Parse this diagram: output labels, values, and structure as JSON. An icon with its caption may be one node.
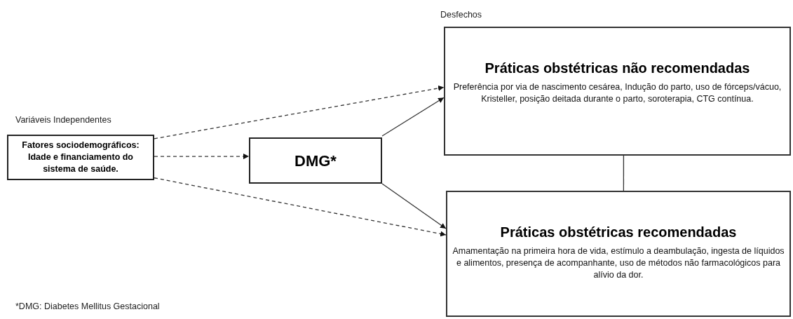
{
  "diagram": {
    "nodes": [
      {
        "text": [
          "Fatores sociodemográficos: Idade e financiamento do sistema de saúde."
        ]
      },
      {
        "text": [
          "DMG*"
        ]
      },
      {
        "text": [
          "Práticas obstétricas não recomendadas",
          "Preferência por via de nascimento cesárea, Indução do parto, uso de fórceps/vácuo, Kristeller, posição deitada durante o parto, soroterapia, CTG contínua."
        ]
      },
      {
        "text": [
          "Práticas obstétricas recomendadas",
          "Amamentação na primeira hora de vida, estímulo a deambulação, ingesta de líquidos e alimentos, presença de acompanhante, uso de métodos não farmacológicos para alívio da dor."
        ]
      }
    ],
    "edges": [
      {
        "from": 0,
        "to": 2,
        "arrow": "to",
        "style": "dashed"
      },
      {
        "from": 0,
        "to": 1,
        "arrow": "to",
        "style": "dashed"
      },
      {
        "from": 0,
        "to": 3,
        "arrow": "to",
        "style": "dashed"
      },
      {
        "from": 1,
        "to": 2,
        "arrow": "to"
      },
      {
        "from": 1,
        "to": 3,
        "arrow": "to"
      },
      {
        "from": 2,
        "to": 3,
        "arrow": "none"
      }
    ],
    "labels": [
      "Desfechos",
      "Variáveis Independentes",
      "*DMG: Diabetes Mellitus Gestacional"
    ]
  }
}
